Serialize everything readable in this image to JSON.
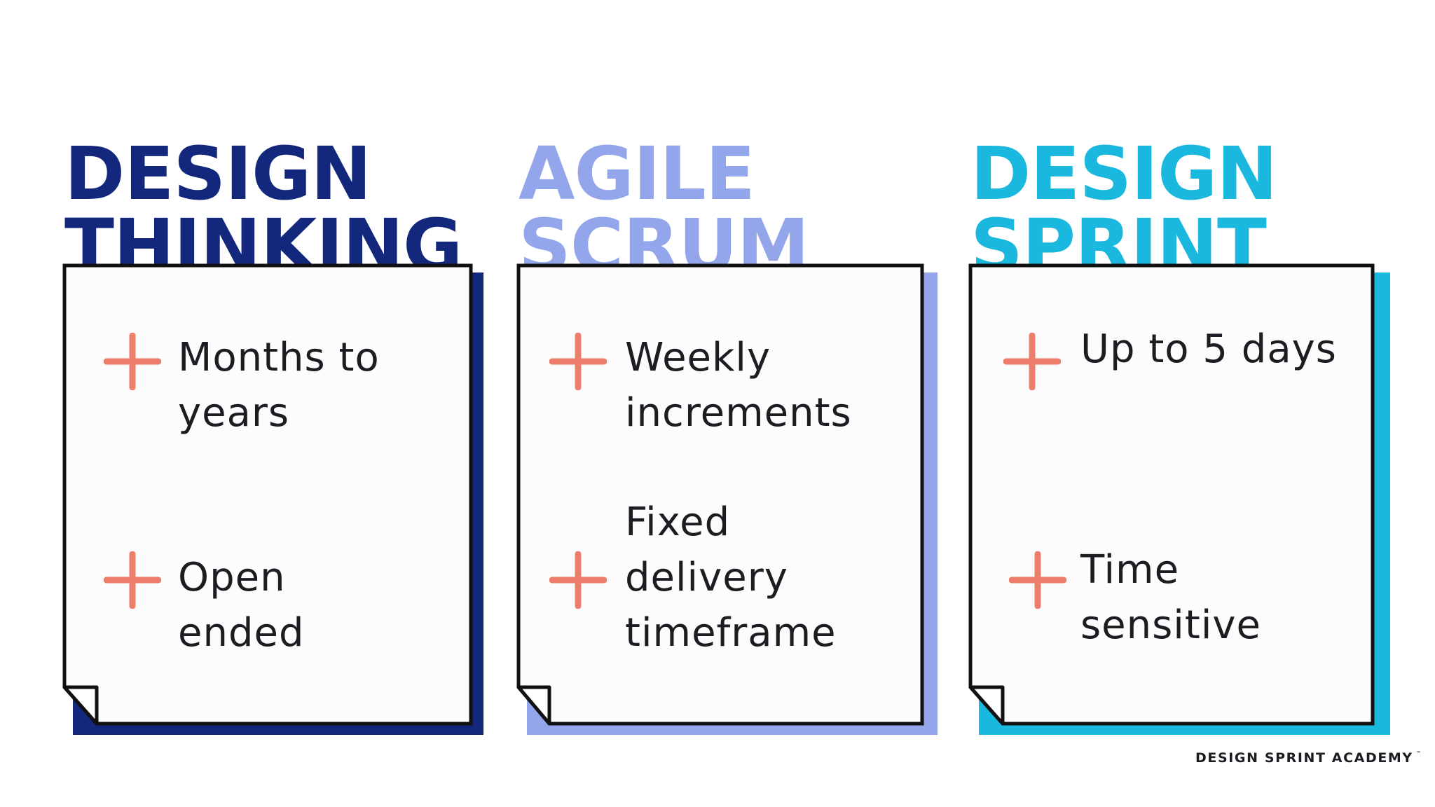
{
  "colors": {
    "design_thinking": "#13287c",
    "agile_scrum": "#93a6ec",
    "design_sprint": "#1ab8df",
    "plus": "#ec7e6b",
    "text": "#1c1c22",
    "card_border": "#111111",
    "card_fill": "#fcfcfc"
  },
  "icons": {
    "bullet": "plus-icon",
    "fold": "folded-corner"
  },
  "columns": [
    {
      "heading": {
        "line1": "DESIGN",
        "line2": "THINKING"
      },
      "items": [
        {
          "line1": "Months to",
          "line2": "years"
        },
        {
          "line1": "Open",
          "line2": "ended"
        }
      ]
    },
    {
      "heading": {
        "line1": "AGILE",
        "line2": "SCRUM"
      },
      "items": [
        {
          "line1": "Weekly",
          "line2": "increments"
        },
        {
          "line1": "Fixed",
          "line2": "delivery",
          "line3": "timeframe"
        }
      ]
    },
    {
      "heading": {
        "line1": "DESIGN",
        "line2": "SPRINT"
      },
      "items": [
        {
          "line1": "Up to 5 days"
        },
        {
          "line1": "Time",
          "line2": "sensitive"
        }
      ]
    }
  ],
  "footer": {
    "brand": "DESIGN SPRINT ACADEMY",
    "mark": "™"
  }
}
